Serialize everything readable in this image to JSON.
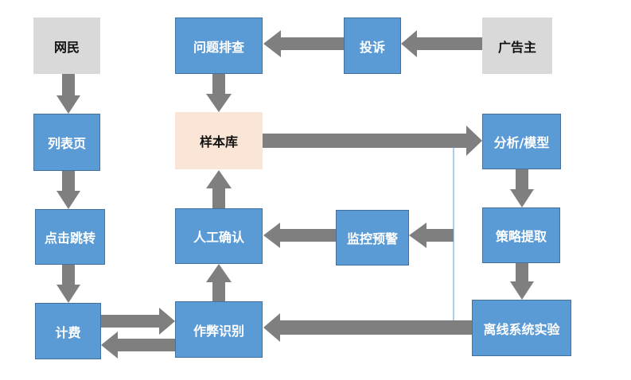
{
  "nodes": {
    "netizen": "网民",
    "list_page": "列表页",
    "click_redirect": "点击跳转",
    "billing": "计费",
    "problem_check": "问题排查",
    "complaint": "投诉",
    "advertiser": "广告主",
    "sample_library": "样本库",
    "analysis_model": "分析/模型",
    "manual_confirm": "人工确认",
    "monitor_alert": "监控预警",
    "strategy_extract": "策略提取",
    "fraud_detect": "作弊识别",
    "offline_experiment": "离线系统实验"
  },
  "colors": {
    "blue": "#5b9bd5",
    "gray_box": "#d9d9d9",
    "peach_box": "#fbe5d6",
    "arrow": "#7f7f7f",
    "connector_line": "#5b9bd5"
  }
}
